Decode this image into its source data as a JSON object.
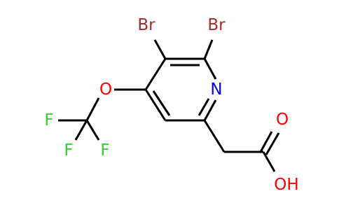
{
  "colors": {
    "bond": "#000000",
    "bromine": "#a52a2a",
    "nitrogen": "#0000ff",
    "oxygen": "#ff0000",
    "fluorine": "#33cc33"
  },
  "atoms": {
    "br_left": "Br",
    "br_right": "Br",
    "n_ring": "N",
    "o_ether": "O",
    "f_left": "F",
    "f_bottom": "F",
    "f_right": "F",
    "o_carbonyl": "O",
    "oh": "OH"
  }
}
